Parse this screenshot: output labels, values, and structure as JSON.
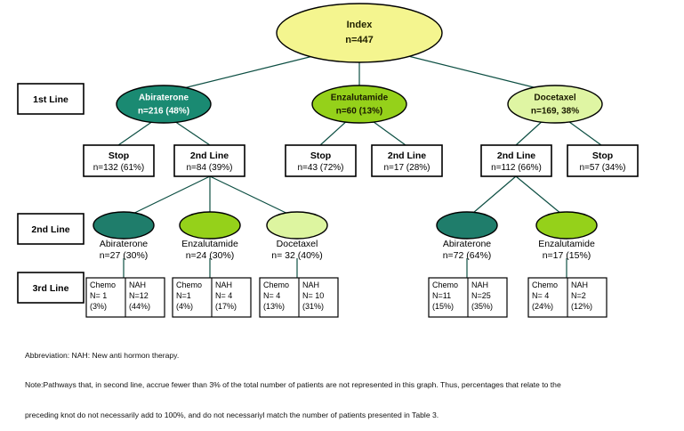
{
  "chart_data": {
    "type": "diagram",
    "title": "Treatment pathway flow diagram",
    "root": {
      "label": "Index",
      "value": "n=447",
      "n": 447
    },
    "first_line": [
      {
        "label": "Abiraterone",
        "value": "n=216 (48%)",
        "n": 216,
        "pct": 48,
        "color": "#1a8a72"
      },
      {
        "label": "Enzalutamide",
        "value": "n=60 (13%)",
        "n": 60,
        "pct": 13,
        "color": "#95d11a"
      },
      {
        "label": "Docetaxel",
        "value": "n=169, 38%",
        "n": 169,
        "pct": 38,
        "color": "#dff5a3"
      }
    ],
    "second_line_boxes": [
      {
        "title": "Stop",
        "value": "n=132 (61%)",
        "n": 132,
        "pct": 61
      },
      {
        "title": "2nd Line",
        "value": "n=84 (39%)",
        "n": 84,
        "pct": 39
      },
      {
        "title": "Stop",
        "value": "n=43 (72%)",
        "n": 43,
        "pct": 72
      },
      {
        "title": "2nd Line",
        "value": "n=17 (28%)",
        "n": 17,
        "pct": 28
      },
      {
        "title": "2nd Line",
        "value": "n=112 (66%)",
        "n": 112,
        "pct": 66
      },
      {
        "title": "Stop",
        "value": "n=57 (34%)",
        "n": 57,
        "pct": 34
      }
    ],
    "second_line_nodes": [
      {
        "label": "Abiraterone",
        "value": "n=27 (30%)",
        "n": 27,
        "pct": 30,
        "color": "#1f7d6b"
      },
      {
        "label": "Enzalutamide",
        "value": "n=24 (30%)",
        "n": 24,
        "pct": 30,
        "color": "#95d11a"
      },
      {
        "label": "Docetaxel",
        "value": "n= 32 (40%)",
        "n": 32,
        "pct": 40,
        "color": "#ddf5a0"
      },
      {
        "label": "Abiraterone",
        "value": "n=72 (64%)",
        "n": 72,
        "pct": 64,
        "color": "#1f7d6b"
      },
      {
        "label": "Enzalutamide",
        "value": "n=17 (15%)",
        "n": 17,
        "pct": 15,
        "color": "#95d11a"
      }
    ],
    "third_line_boxes": [
      {
        "cells": [
          {
            "header": "Chemo",
            "count": "N= 1",
            "pct": "(3%)"
          },
          {
            "header": "NAH",
            "count": "N=12",
            "pct": "(44%)"
          }
        ]
      },
      {
        "cells": [
          {
            "header": "Chemo",
            "count": "N=1",
            "pct": "(4%)"
          },
          {
            "header": "NAH",
            "count": "N= 4",
            "pct": "(17%)"
          }
        ]
      },
      {
        "cells": [
          {
            "header": "Chemo",
            "count": "N= 4",
            "pct": "(13%)"
          },
          {
            "header": "NAH",
            "count": "N= 10",
            "pct": "(31%)"
          }
        ]
      },
      {
        "cells": [
          {
            "header": "Chemo",
            "count": "N=11",
            "pct": "(15%)"
          },
          {
            "header": "NAH",
            "count": "N=25",
            "pct": "(35%)"
          }
        ]
      },
      {
        "cells": [
          {
            "header": "Chemo",
            "count": "N= 4",
            "pct": "(24%)"
          },
          {
            "header": "NAH",
            "count": "N=2",
            "pct": "(12%)"
          }
        ]
      }
    ],
    "row_labels": [
      "1st Line",
      "2nd Line",
      "3rd Line"
    ],
    "colors": {
      "index_fill": "#f4f58f",
      "abiraterone": "#1a8a72",
      "abiraterone_2nd": "#1f7d6b",
      "enzalutamide": "#95d11a",
      "docetaxel": "#dff5a3",
      "docetaxel_2nd": "#ddf5a0",
      "connector": "#0d4f43",
      "box_stroke": "#000000",
      "background": "#ffffff"
    }
  },
  "rows": {
    "first": "1st Line",
    "second": "2nd Line",
    "third": "3rd Line"
  },
  "index_node": {
    "label": "Index",
    "value": "n=447"
  },
  "first_line": {
    "n0_label": "Abiraterone",
    "n0_value": "n=216 (48%)",
    "n1_label": "Enzalutamide",
    "n1_value": "n=60 (13%)",
    "n2_label": "Docetaxel",
    "n2_value": "n=169, 38%"
  },
  "boxes": {
    "b0_title": "Stop",
    "b0_value": "n=132 (61%)",
    "b1_title": "2nd Line",
    "b1_value": "n=84 (39%)",
    "b2_title": "Stop",
    "b2_value": "n=43 (72%)",
    "b3_title": "2nd Line",
    "b3_value": "n=17 (28%)",
    "b4_title": "2nd Line",
    "b4_value": "n=112 (66%)",
    "b5_title": "Stop",
    "b5_value": "n=57 (34%)"
  },
  "second_line": {
    "s0_label": "Abiraterone",
    "s0_value": "n=27 (30%)",
    "s1_label": "Enzalutamide",
    "s1_value": "n=24 (30%)",
    "s2_label": "Docetaxel",
    "s2_value": "n= 32 (40%)",
    "s3_label": "Abiraterone",
    "s3_value": "n=72 (64%)",
    "s4_label": "Enzalutamide",
    "s4_value": "n=17 (15%)"
  },
  "third_line": {
    "t0c0_h": "Chemo",
    "t0c0_n": "N= 1",
    "t0c0_p": "(3%)",
    "t0c1_h": "NAH",
    "t0c1_n": "N=12",
    "t0c1_p": "(44%)",
    "t1c0_h": "Chemo",
    "t1c0_n": "N=1",
    "t1c0_p": "(4%)",
    "t1c1_h": "NAH",
    "t1c1_n": "N= 4",
    "t1c1_p": "(17%)",
    "t2c0_h": "Chemo",
    "t2c0_n": "N= 4",
    "t2c0_p": "(13%)",
    "t2c1_h": "NAH",
    "t2c1_n": "N= 10",
    "t2c1_p": "(31%)",
    "t3c0_h": "Chemo",
    "t3c0_n": "N=11",
    "t3c0_p": "(15%)",
    "t3c1_h": "NAH",
    "t3c1_n": "N=25",
    "t3c1_p": "(35%)",
    "t4c0_h": "Chemo",
    "t4c0_n": "N= 4",
    "t4c0_p": "(24%)",
    "t4c1_h": "NAH",
    "t4c1_n": "N=2",
    "t4c1_p": "(12%)"
  },
  "footnotes": {
    "line1": "Abbreviation: NAH: New anti hormon therapy.",
    "line2": "Note:Pathways that, in second line, accrue fewer than 3% of the total number of patients are not represented in this graph. Thus, percentages that relate to the",
    "line3": "preceding knot do not necessarily add to 100%, and do not necessariyl match the number of patients presented in Table 3."
  }
}
